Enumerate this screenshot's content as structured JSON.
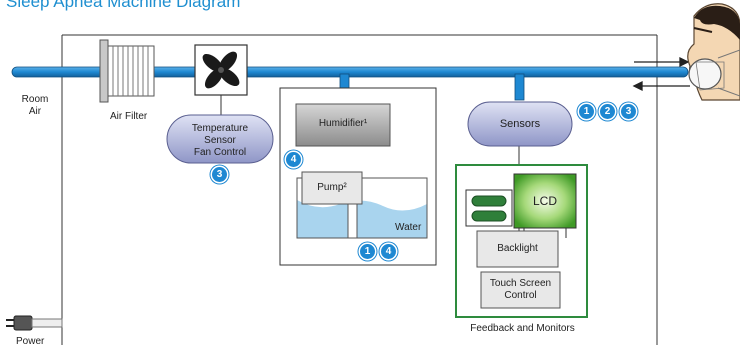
{
  "title": "Sleep Apnea Machine Diagram",
  "labels": {
    "room_air_1": "Room",
    "room_air_2": "Air",
    "air_filter": "Air Filter",
    "temp_sensor_1": "Temperature",
    "temp_sensor_2": "Sensor",
    "temp_sensor_3": "Fan Control",
    "humidifier": "Humidifier¹",
    "pump": "Pump²",
    "water": "Water",
    "sensors": "Sensors",
    "lcd": "LCD",
    "backlight": "Backlight",
    "touch_1": "Touch Screen",
    "touch_2": "Control",
    "feedback": "Feedback and Monitors",
    "power": "Power"
  },
  "badges": {
    "sensors": [
      "1",
      "2",
      "3"
    ],
    "temp": "3",
    "humidifier": "4",
    "water": [
      "1",
      "4"
    ]
  },
  "colors": {
    "title": "#1f8fd0",
    "pipe": "#1e88d2",
    "badge": "#1e88d2",
    "feedback_border": "#2e8b3e",
    "lcd_green": "#6fc03a",
    "water": "#a9d4ee"
  }
}
